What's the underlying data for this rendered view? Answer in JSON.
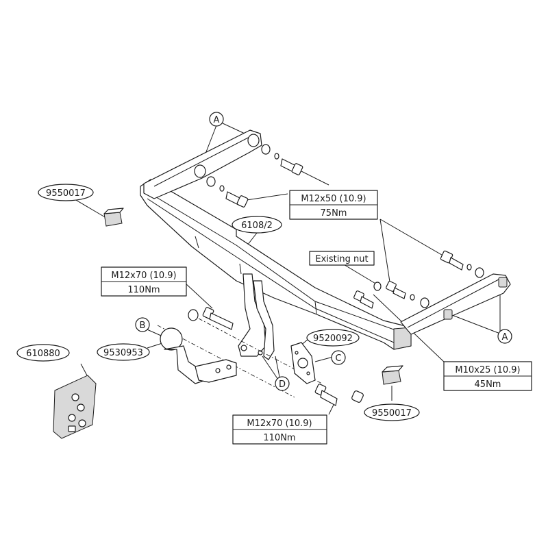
{
  "markers": {
    "a": "A",
    "b": "B",
    "c": "C",
    "d": "D"
  },
  "parts": {
    "beam": "6108/2",
    "ball": "9530953",
    "socket_plate": "9520092",
    "kit": "610880",
    "cap": "9550017"
  },
  "specs": {
    "top_bolt": {
      "size": "M12x50 (10.9)",
      "torque": "75Nm"
    },
    "left_bolt": {
      "size": "M12x70 (10.9)",
      "torque": "110Nm"
    },
    "bottom_bolt": {
      "size": "M12x70 (10.9)",
      "torque": "110Nm"
    },
    "side_bolt": {
      "size": "M10x25 (10.9)",
      "torque": "45Nm"
    }
  },
  "notes": {
    "existing_nut": "Existing nut"
  }
}
